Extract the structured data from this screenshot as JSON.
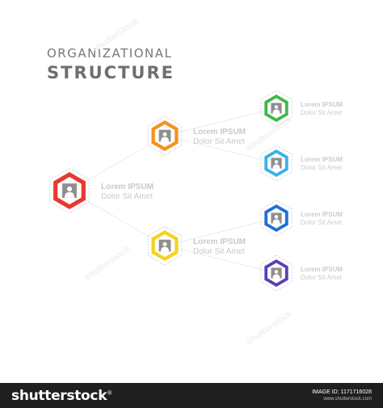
{
  "title": {
    "line1": "ORGANIZATIONAL",
    "line2": "STRUCTURE"
  },
  "nodes": [
    {
      "id": "root",
      "color": "#e8382f",
      "icon": "person-icon",
      "label_line1": "Lorem IPSUM",
      "label_line2": "Dolor Sit Amet"
    },
    {
      "id": "mid-top",
      "color": "#f5921e",
      "icon": "person-icon",
      "label_line1": "Lorem IPSUM",
      "label_line2": "Dolor Sit Amet"
    },
    {
      "id": "mid-bottom",
      "color": "#f5d31a",
      "icon": "person-icon",
      "label_line1": "Lorem IPSUM",
      "label_line2": "Dolor Sit Amet"
    },
    {
      "id": "leaf-green",
      "color": "#3db94a",
      "icon": "person-icon",
      "label_line1": "Lorem IPSUM",
      "label_line2": "Dolor Sit Amet"
    },
    {
      "id": "leaf-cyan",
      "color": "#35b4e8",
      "icon": "person-icon",
      "label_line1": "Lorem IPSUM",
      "label_line2": "Dolor Sit Amet"
    },
    {
      "id": "leaf-blue",
      "color": "#1f6fd8",
      "icon": "person-icon",
      "label_line1": "Lorem IPSUM",
      "label_line2": "Dolor Sit Amet"
    },
    {
      "id": "leaf-purple",
      "color": "#5b3fb3",
      "icon": "person-icon",
      "label_line1": "Lorem IPSUM",
      "label_line2": "Dolor Sit Amet"
    }
  ],
  "edges": [
    [
      "root",
      "mid-top"
    ],
    [
      "root",
      "mid-bottom"
    ],
    [
      "mid-top",
      "leaf-green"
    ],
    [
      "mid-top",
      "leaf-cyan"
    ],
    [
      "mid-bottom",
      "leaf-blue"
    ],
    [
      "mid-bottom",
      "leaf-purple"
    ]
  ],
  "footer": {
    "brand": "shutterstock",
    "brand_mark": "®",
    "image_id": "IMAGE ID: 1171716028",
    "site": "www.shutterstock.com"
  }
}
